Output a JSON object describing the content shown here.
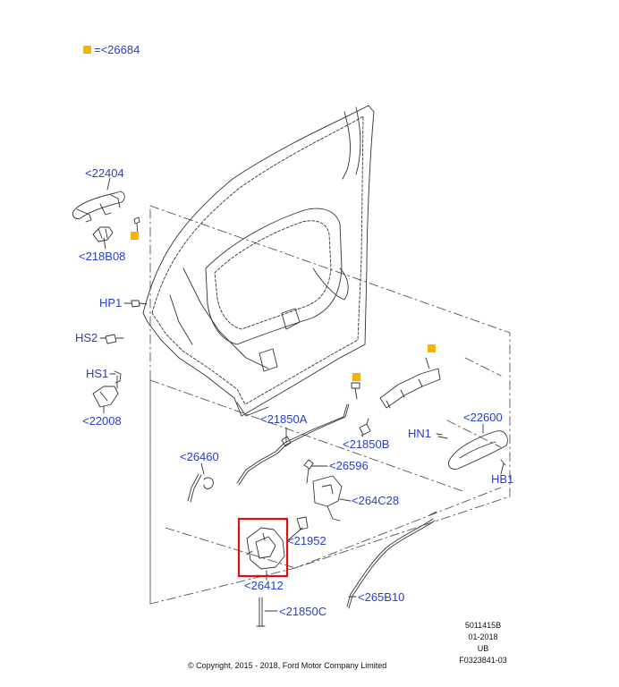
{
  "legend": {
    "text": "=<26684",
    "color": "#f5b400"
  },
  "labels": {
    "l22404": "<22404",
    "l218B08": "<218B08",
    "lHP1": "HP1",
    "lHS2": "HS2",
    "lHS1": "HS1",
    "l22008": "<22008",
    "l21850A": "<21850A",
    "l21850B": "<21850B",
    "l22600": "<22600",
    "lHN1": "HN1",
    "lHB1": "HB1",
    "l26460": "<26460",
    "l26596": "<26596",
    "l264C28": "<264C28",
    "l21952": "<21952",
    "l26412": "<26412",
    "l265B10": "<265B10",
    "l21850C": "<21850C"
  },
  "highlight_color": "#e01010",
  "label_color": "#2740c8",
  "footer": {
    "copyright": "© Copyright, 2015 - 2018, Ford Motor Company Limited",
    "code1": "5011415B",
    "code2": "01-2018",
    "code3": "UB",
    "code4": "F0323841-03"
  }
}
